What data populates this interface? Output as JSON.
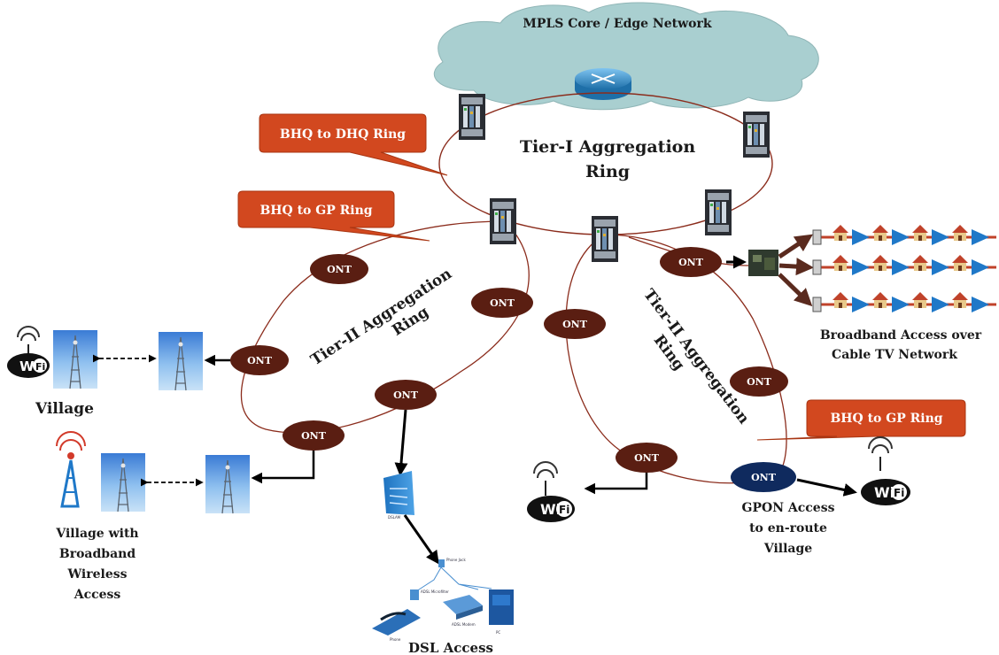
{
  "cloud": {
    "label": "MPLS Core / Edge Network"
  },
  "tier1": {
    "line1": "Tier-I Aggregation",
    "line2": "Ring"
  },
  "tier2_left": {
    "line1": "Tier-II Aggregation",
    "line2": "Ring"
  },
  "tier2_right": {
    "line1": "Tier-II Aggregation",
    "line2": "Ring"
  },
  "callouts": {
    "bhq_dhq": "BHQ to DHQ Ring",
    "bhq_gp_left": "BHQ to GP Ring",
    "bhq_gp_right": "BHQ to GP Ring"
  },
  "ont_label": "ONT",
  "labels": {
    "village": "Village",
    "village_bw_1": "Village with",
    "village_bw_2": "Broadband",
    "village_bw_3": "Wireless",
    "village_bw_4": "Access",
    "dsl": "DSL Access",
    "cable_1": "Broadband Access over",
    "cable_2": "Cable TV Network",
    "gpon_1": "GPON Access",
    "gpon_2": "to en-route",
    "gpon_3": "Village"
  },
  "wifi_text": {
    "wi": "Wi",
    "fi": "Fi"
  },
  "dsl_small": {
    "splitter": "DSLAM",
    "phone_jack": "Phone Jack",
    "microfilter": "ADSL Microfilter",
    "modem": "ADSL Modem",
    "phone": "Phone",
    "pc": "PC"
  },
  "colors": {
    "ring": "#8b2c1c",
    "ont_fill": "#5a1e12",
    "gpon_ont_fill": "#0f2a5e",
    "callout": "#d2481f",
    "cloud": "#a9cfd0",
    "amplifier": "#1f78c8"
  }
}
